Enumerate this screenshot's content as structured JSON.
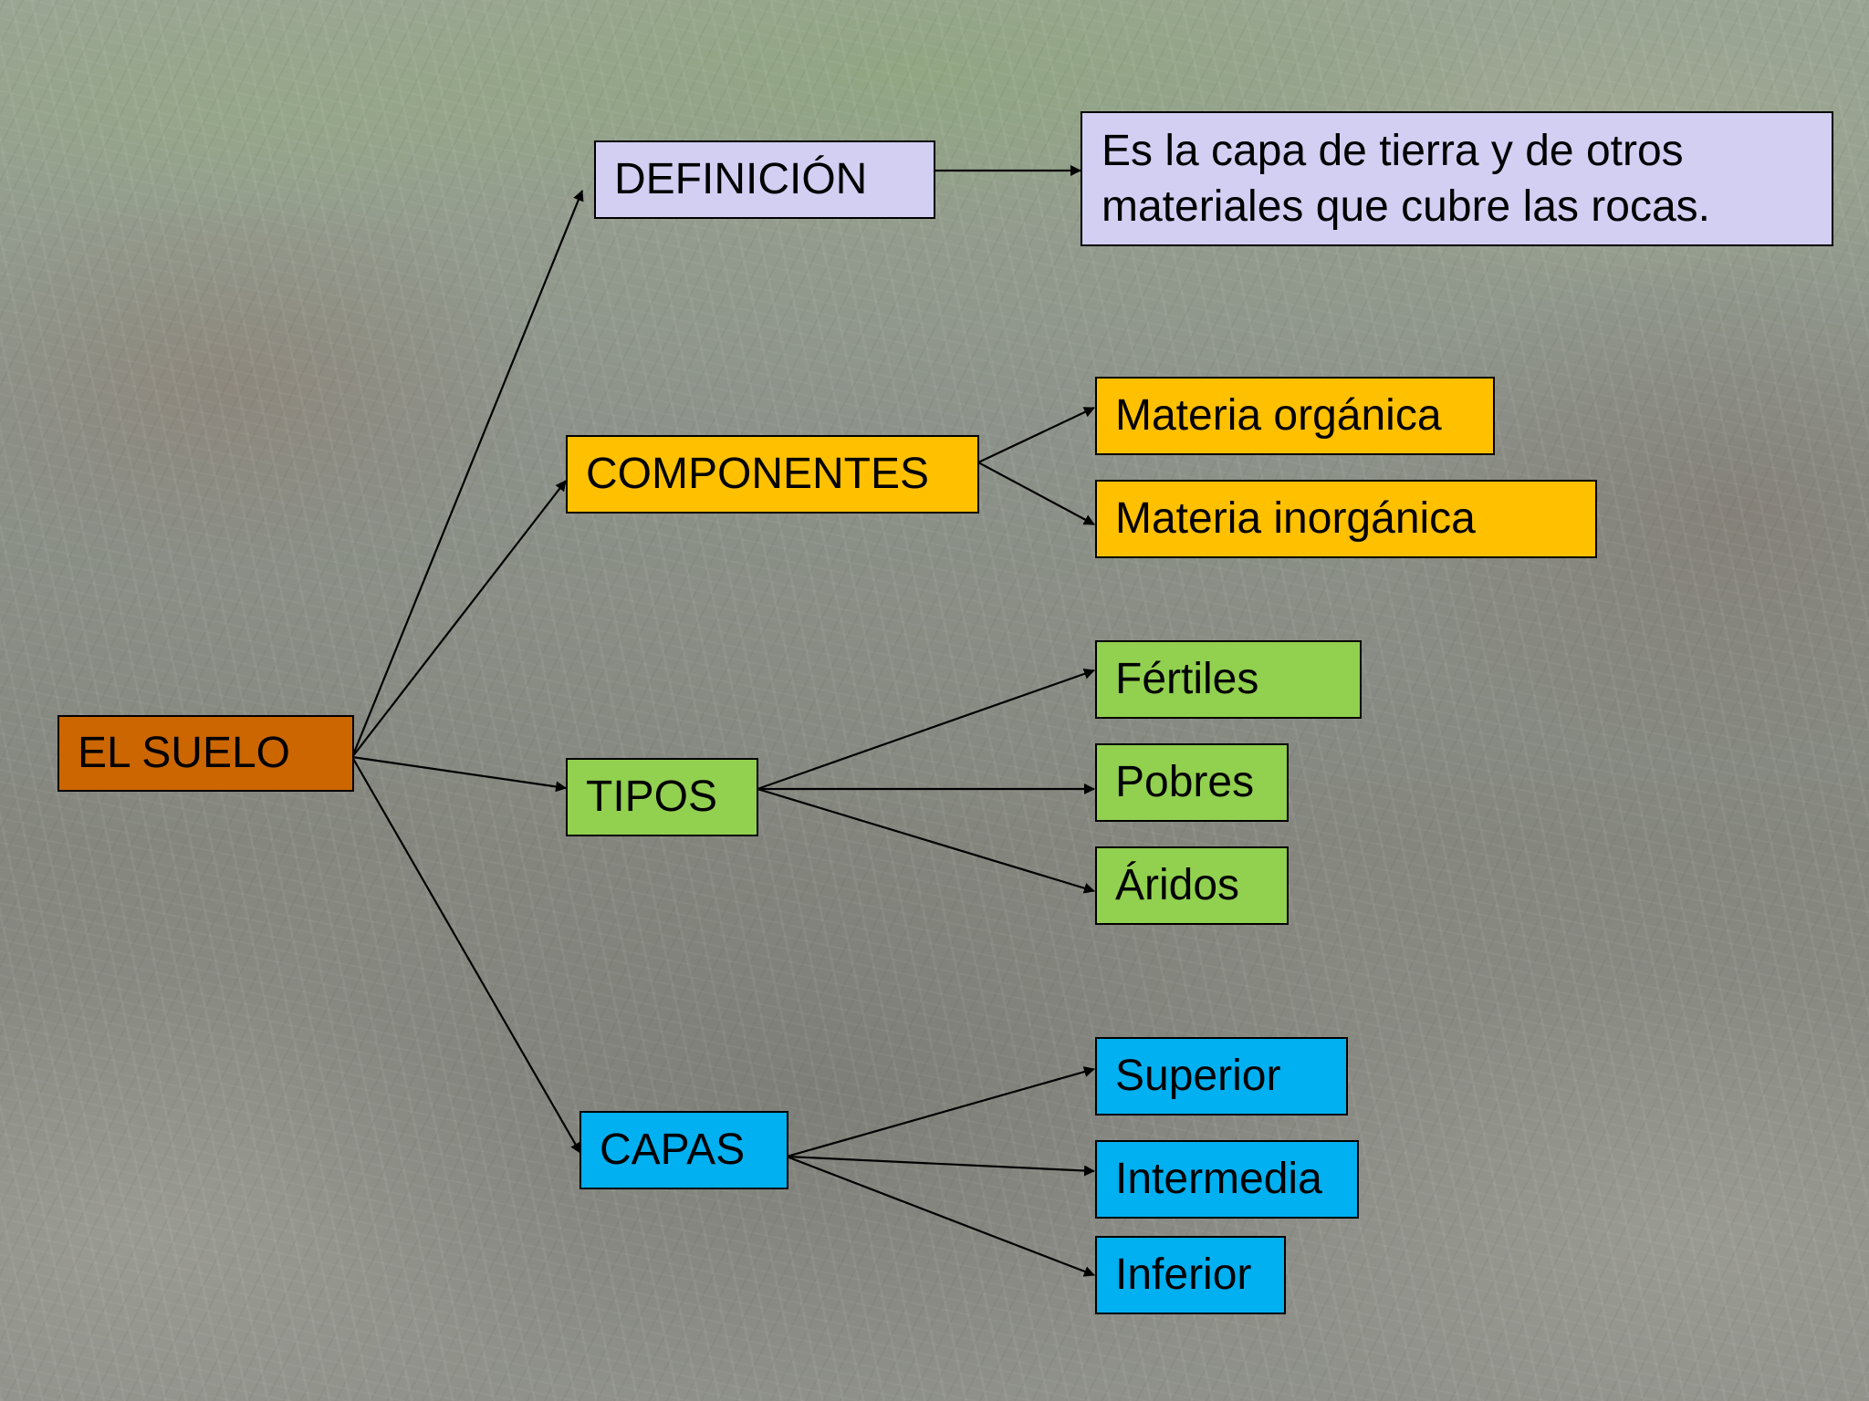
{
  "root": {
    "label": "EL SUELO"
  },
  "definicion": {
    "label": "DEFINICIÓN",
    "text_lines": [
      "Es la capa de tierra y de otros",
      "materiales que cubre las rocas."
    ]
  },
  "componentes": {
    "label": "COMPONENTES",
    "items": [
      "Materia orgánica",
      "Materia inorgánica"
    ]
  },
  "tipos": {
    "label": "TIPOS",
    "items": [
      "Fértiles",
      "Pobres",
      "Áridos"
    ]
  },
  "capas": {
    "label": "CAPAS",
    "items": [
      "Superior",
      "Intermedia",
      "Inferior"
    ]
  },
  "colors": {
    "root": "#cc6600",
    "definicion": "#d2cff3",
    "componentes": "#ffc000",
    "tipos": "#92d050",
    "capas": "#00b0f0"
  }
}
